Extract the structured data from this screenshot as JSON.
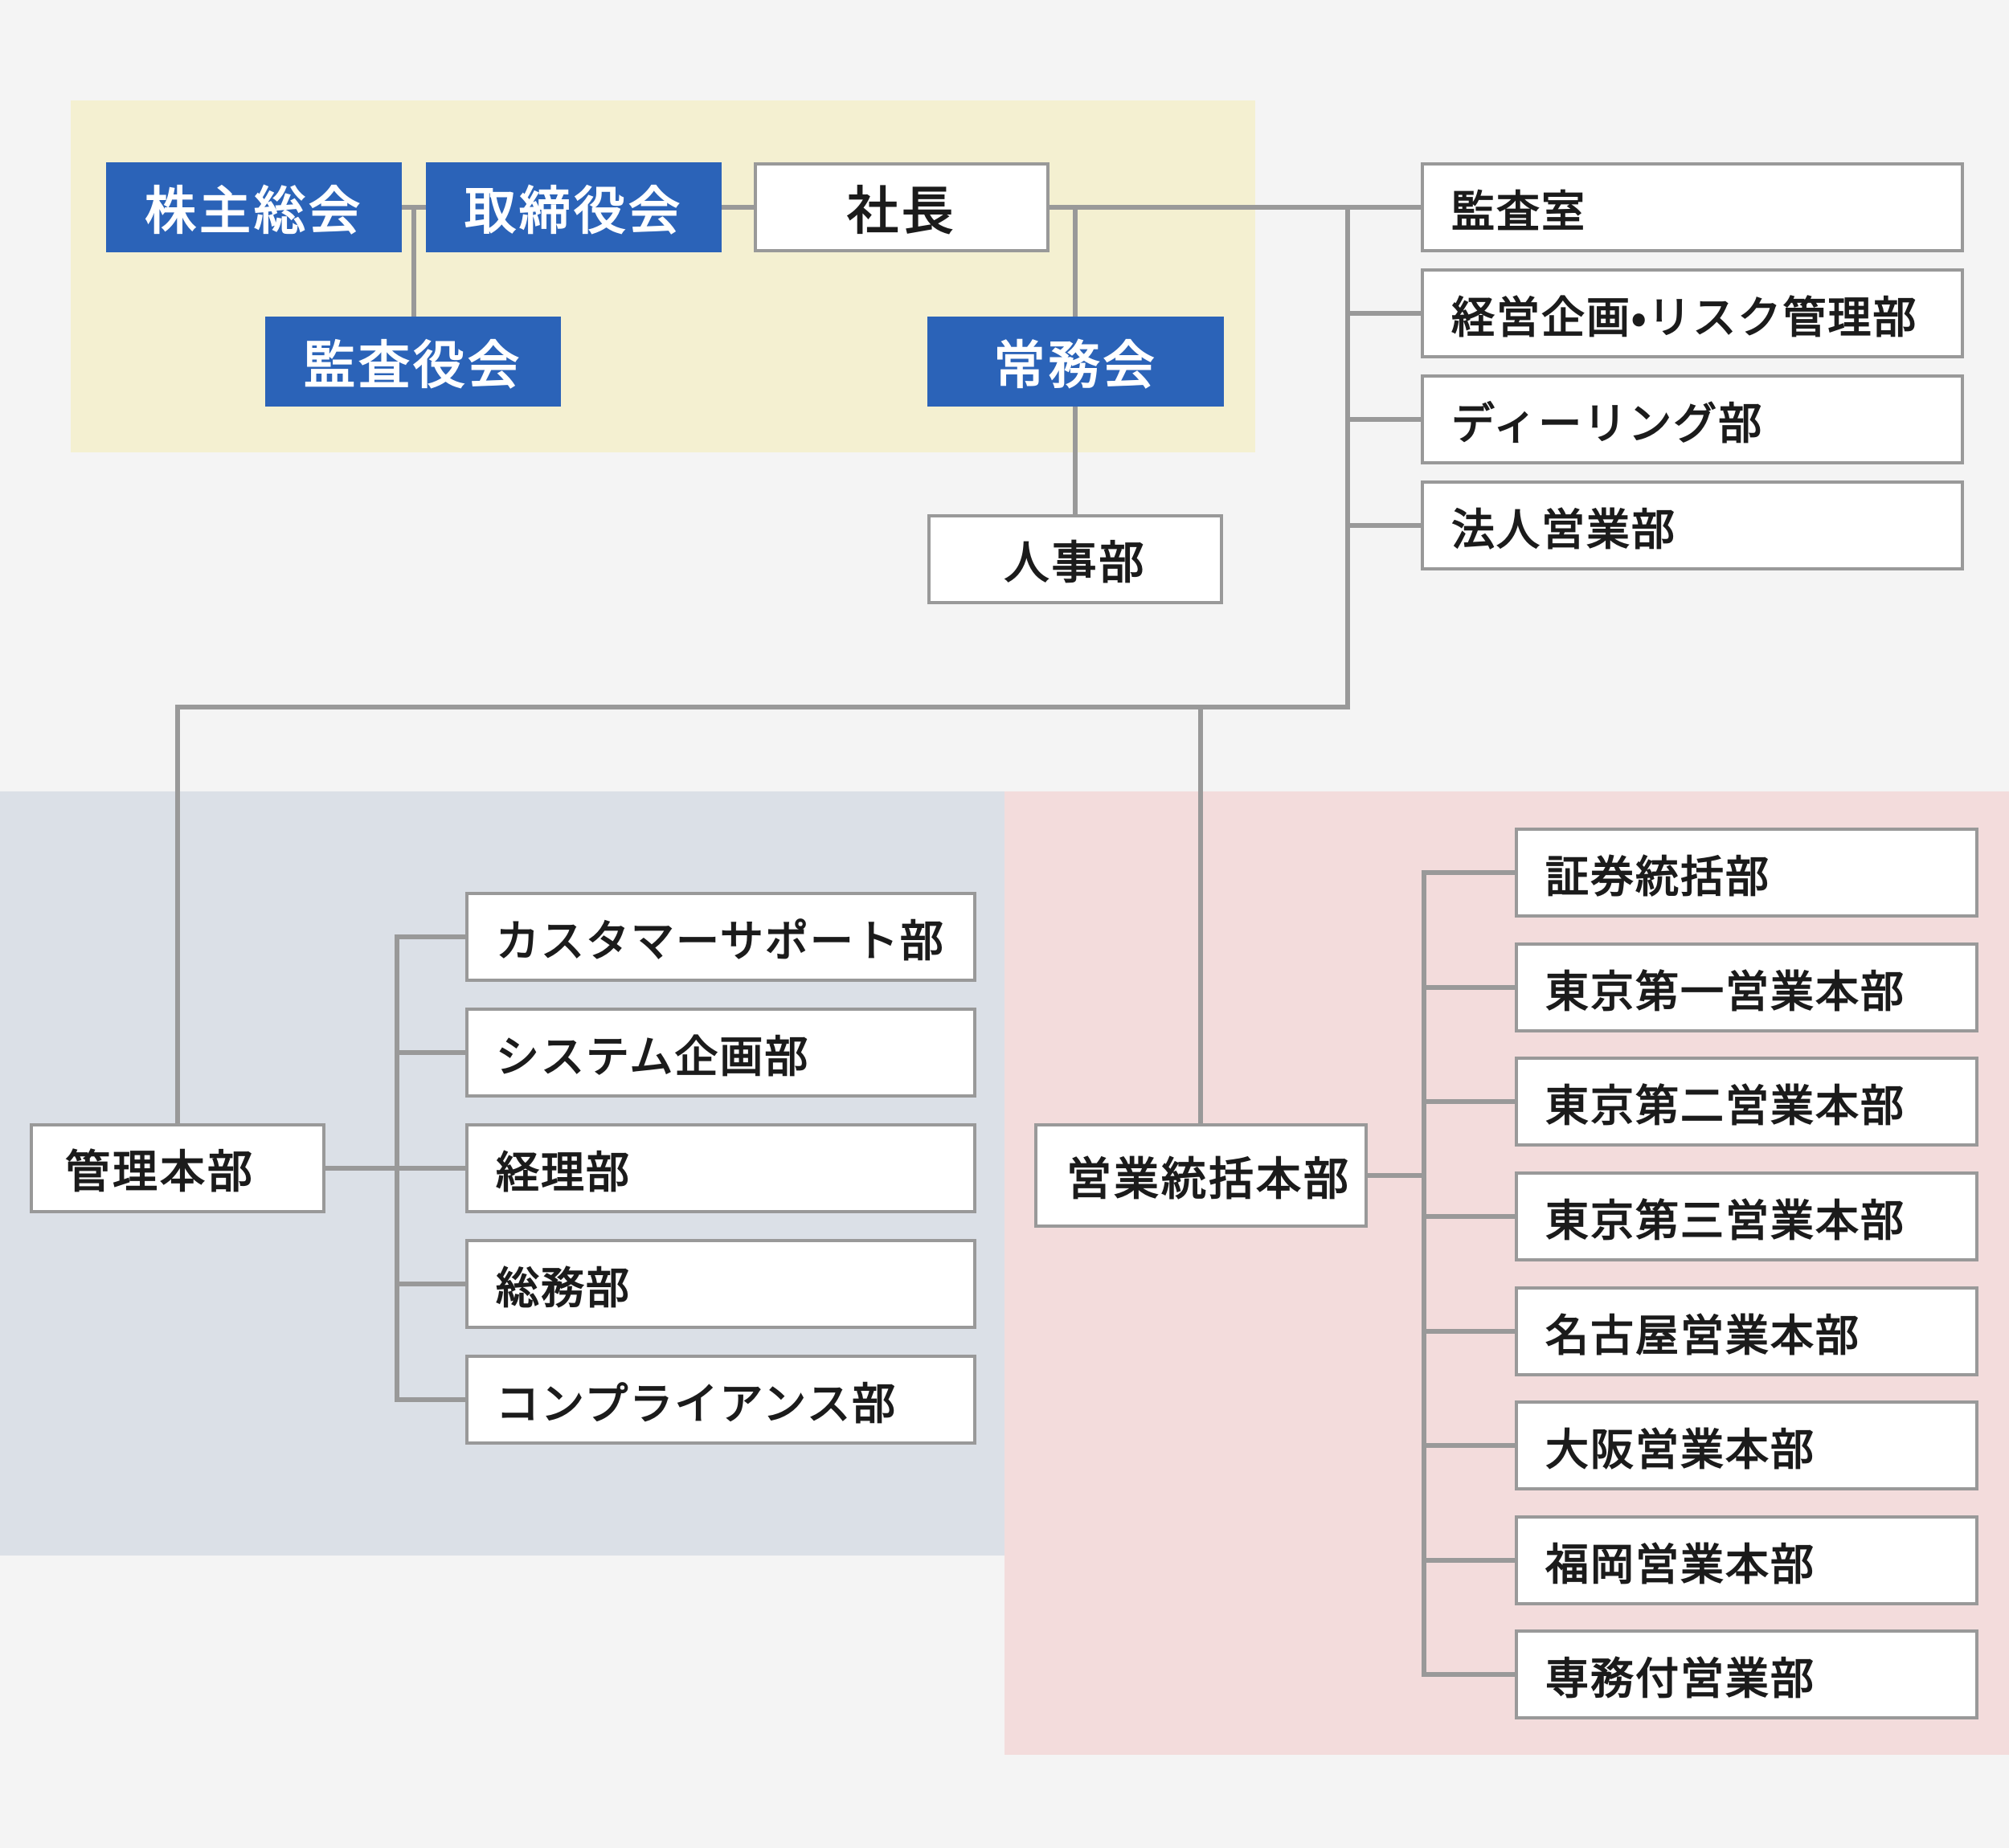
{
  "colors": {
    "page_bg": "#f4f4f4",
    "executive_bg": "#f4f0d1",
    "admin_bg": "#dbe0e7",
    "sales_bg": "#f3dcdc",
    "primary_blue": "#2b63b8",
    "line_gray": "#999999",
    "text_dark": "#1b1b1b",
    "text_light": "#ffffff"
  },
  "org": {
    "governance": {
      "shareholders_meeting": "株主総会",
      "board_of_directors": "取締役会",
      "president": "社長",
      "audit_supervisory_board": "監査役会",
      "executive_committee": "常務会"
    },
    "president_direct": {
      "hr_department": "人事部",
      "audit_office": "監査室",
      "corporate_planning_risk": "経営企画・リスク管理部",
      "dealing_department": "ディーリング部",
      "corporate_sales_department": "法人営業部"
    },
    "administration": {
      "hq": "管理本部",
      "departments": [
        "カスタマーサポート部",
        "システム企画部",
        "経理部",
        "総務部",
        "コンプライアンス部"
      ]
    },
    "sales": {
      "hq": "営業統括本部",
      "departments": [
        "証券統括部",
        "東京第一営業本部",
        "東京第二営業本部",
        "東京第三営業本部",
        "名古屋営業本部",
        "大阪営業本部",
        "福岡営業本部",
        "専務付営業部"
      ]
    }
  }
}
